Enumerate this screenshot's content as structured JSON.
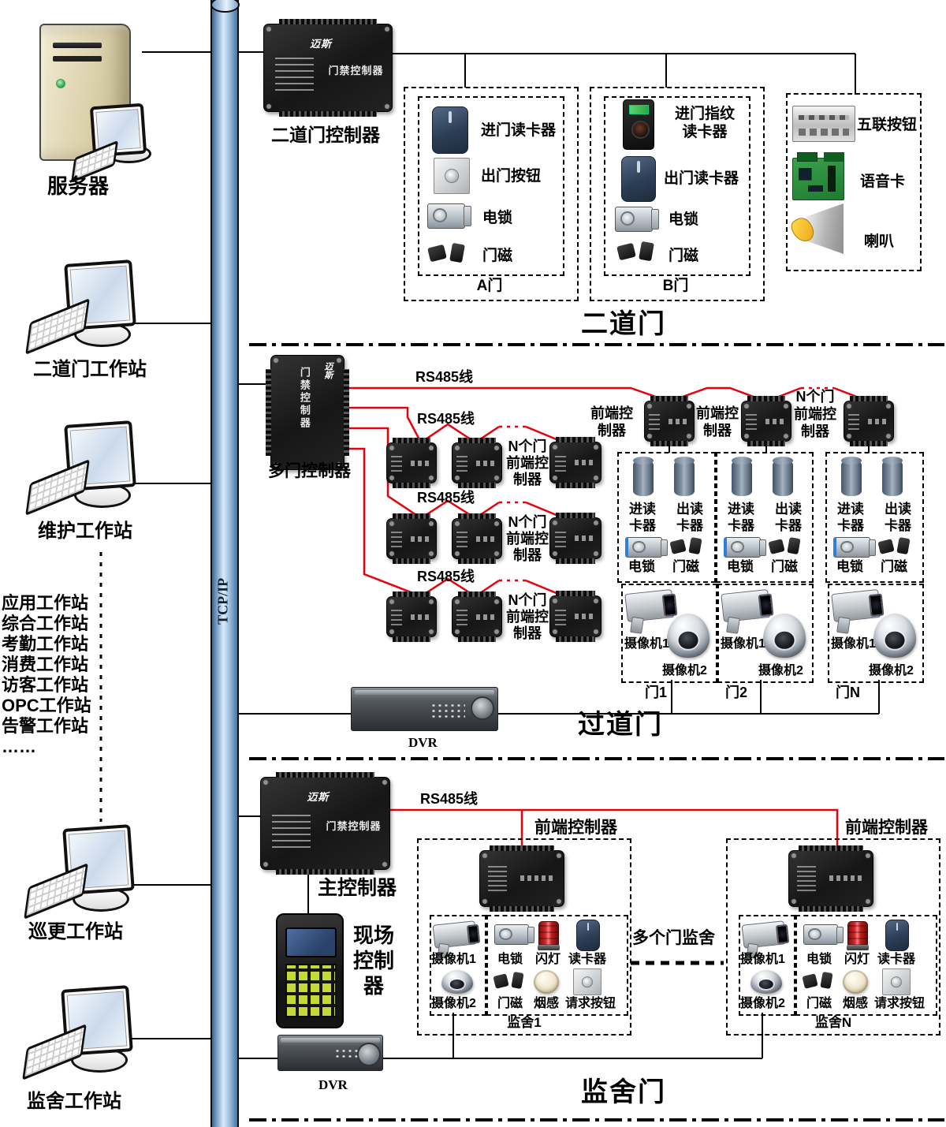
{
  "pipe": {
    "label": "TCP/IP"
  },
  "left": {
    "server": "服务器",
    "ws1": "二道门工作站",
    "ws2": "维护工作站",
    "ws3": "巡更工作站",
    "ws4": "监舍工作站",
    "list": {
      "l1": "应用工作站",
      "l2": "综合工作站",
      "l3": "考勤工作站",
      "l4": "消费工作站",
      "l5": "访客工作站",
      "l6": "OPC工作站",
      "l7": "告警工作站",
      "l8": "……"
    }
  },
  "devices": {
    "brand": "迈斯",
    "ctrl_title": "门禁控制器"
  },
  "sec1": {
    "ctrl": "二道门控制器",
    "a": {
      "i1": "进门读卡器",
      "i2": "出门按钮",
      "i3": "电锁",
      "i4": "门磁",
      "door": "A门"
    },
    "b": {
      "i1": "进门指纹\n读卡器",
      "i2": "出门读卡器",
      "i3": "电锁",
      "i4": "门磁",
      "door": "B门"
    },
    "aux": {
      "i1": "五联按钮",
      "i2": "语音卡",
      "i3": "喇叭"
    },
    "title": "二道门"
  },
  "sec2": {
    "ctrl": "多门控制器",
    "rs485": "RS485线",
    "fc": "前端控\n制器",
    "nfc": "N个门\n前端控\n制器",
    "rd_in": "进读\n卡器",
    "rd_out": "出读\n卡器",
    "lock": "电锁",
    "magnet": "门磁",
    "cam1": "摄像机1",
    "cam2": "摄像机2",
    "d1": "门1",
    "d2": "门2",
    "d3": "门N",
    "dvr": "DVR",
    "title": "过道门"
  },
  "sec3": {
    "main": "主控制器",
    "field": "现场\n控制\n器",
    "rs485": "RS485线",
    "fc": "前端控制器",
    "multi": "多个门监舍",
    "cell1": "监舍1",
    "cell2": "监舍N",
    "cam1": "摄像机1",
    "cam2": "摄像机2",
    "lock": "电锁",
    "strobe": "闪灯",
    "reader": "读卡器",
    "magnet": "门磁",
    "smoke": "烟感",
    "request": "请求按钮",
    "dvr": "DVR",
    "title": "监舍门"
  }
}
